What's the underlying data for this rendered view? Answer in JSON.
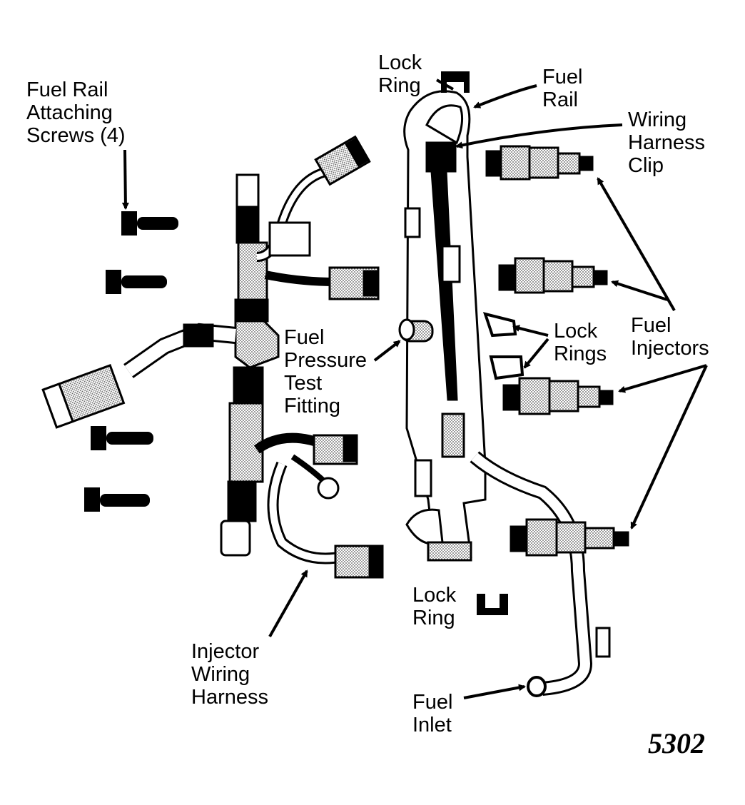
{
  "labels": {
    "screws": [
      "Fuel Rail",
      "Attaching",
      "Screws (4)"
    ],
    "lock_ring_top": [
      "Lock",
      "Ring"
    ],
    "fuel_rail": [
      "Fuel",
      "Rail"
    ],
    "wiring_clip": [
      "Wiring",
      "Harness",
      "Clip"
    ],
    "test_fitting": [
      "Fuel",
      "Pressure",
      "Test",
      "Fitting"
    ],
    "lock_rings": [
      "Lock",
      "Rings"
    ],
    "injectors": [
      "Fuel",
      "Injectors"
    ],
    "lock_ring_bottom": [
      "Lock",
      "Ring"
    ],
    "harness": [
      "Injector",
      "Wiring",
      "Harness"
    ],
    "fuel_inlet": [
      "Fuel",
      "Inlet"
    ]
  },
  "figure_number": "5302",
  "colors": {
    "ink": "#000000",
    "paper": "#ffffff",
    "shade": "#bdbdbd"
  }
}
